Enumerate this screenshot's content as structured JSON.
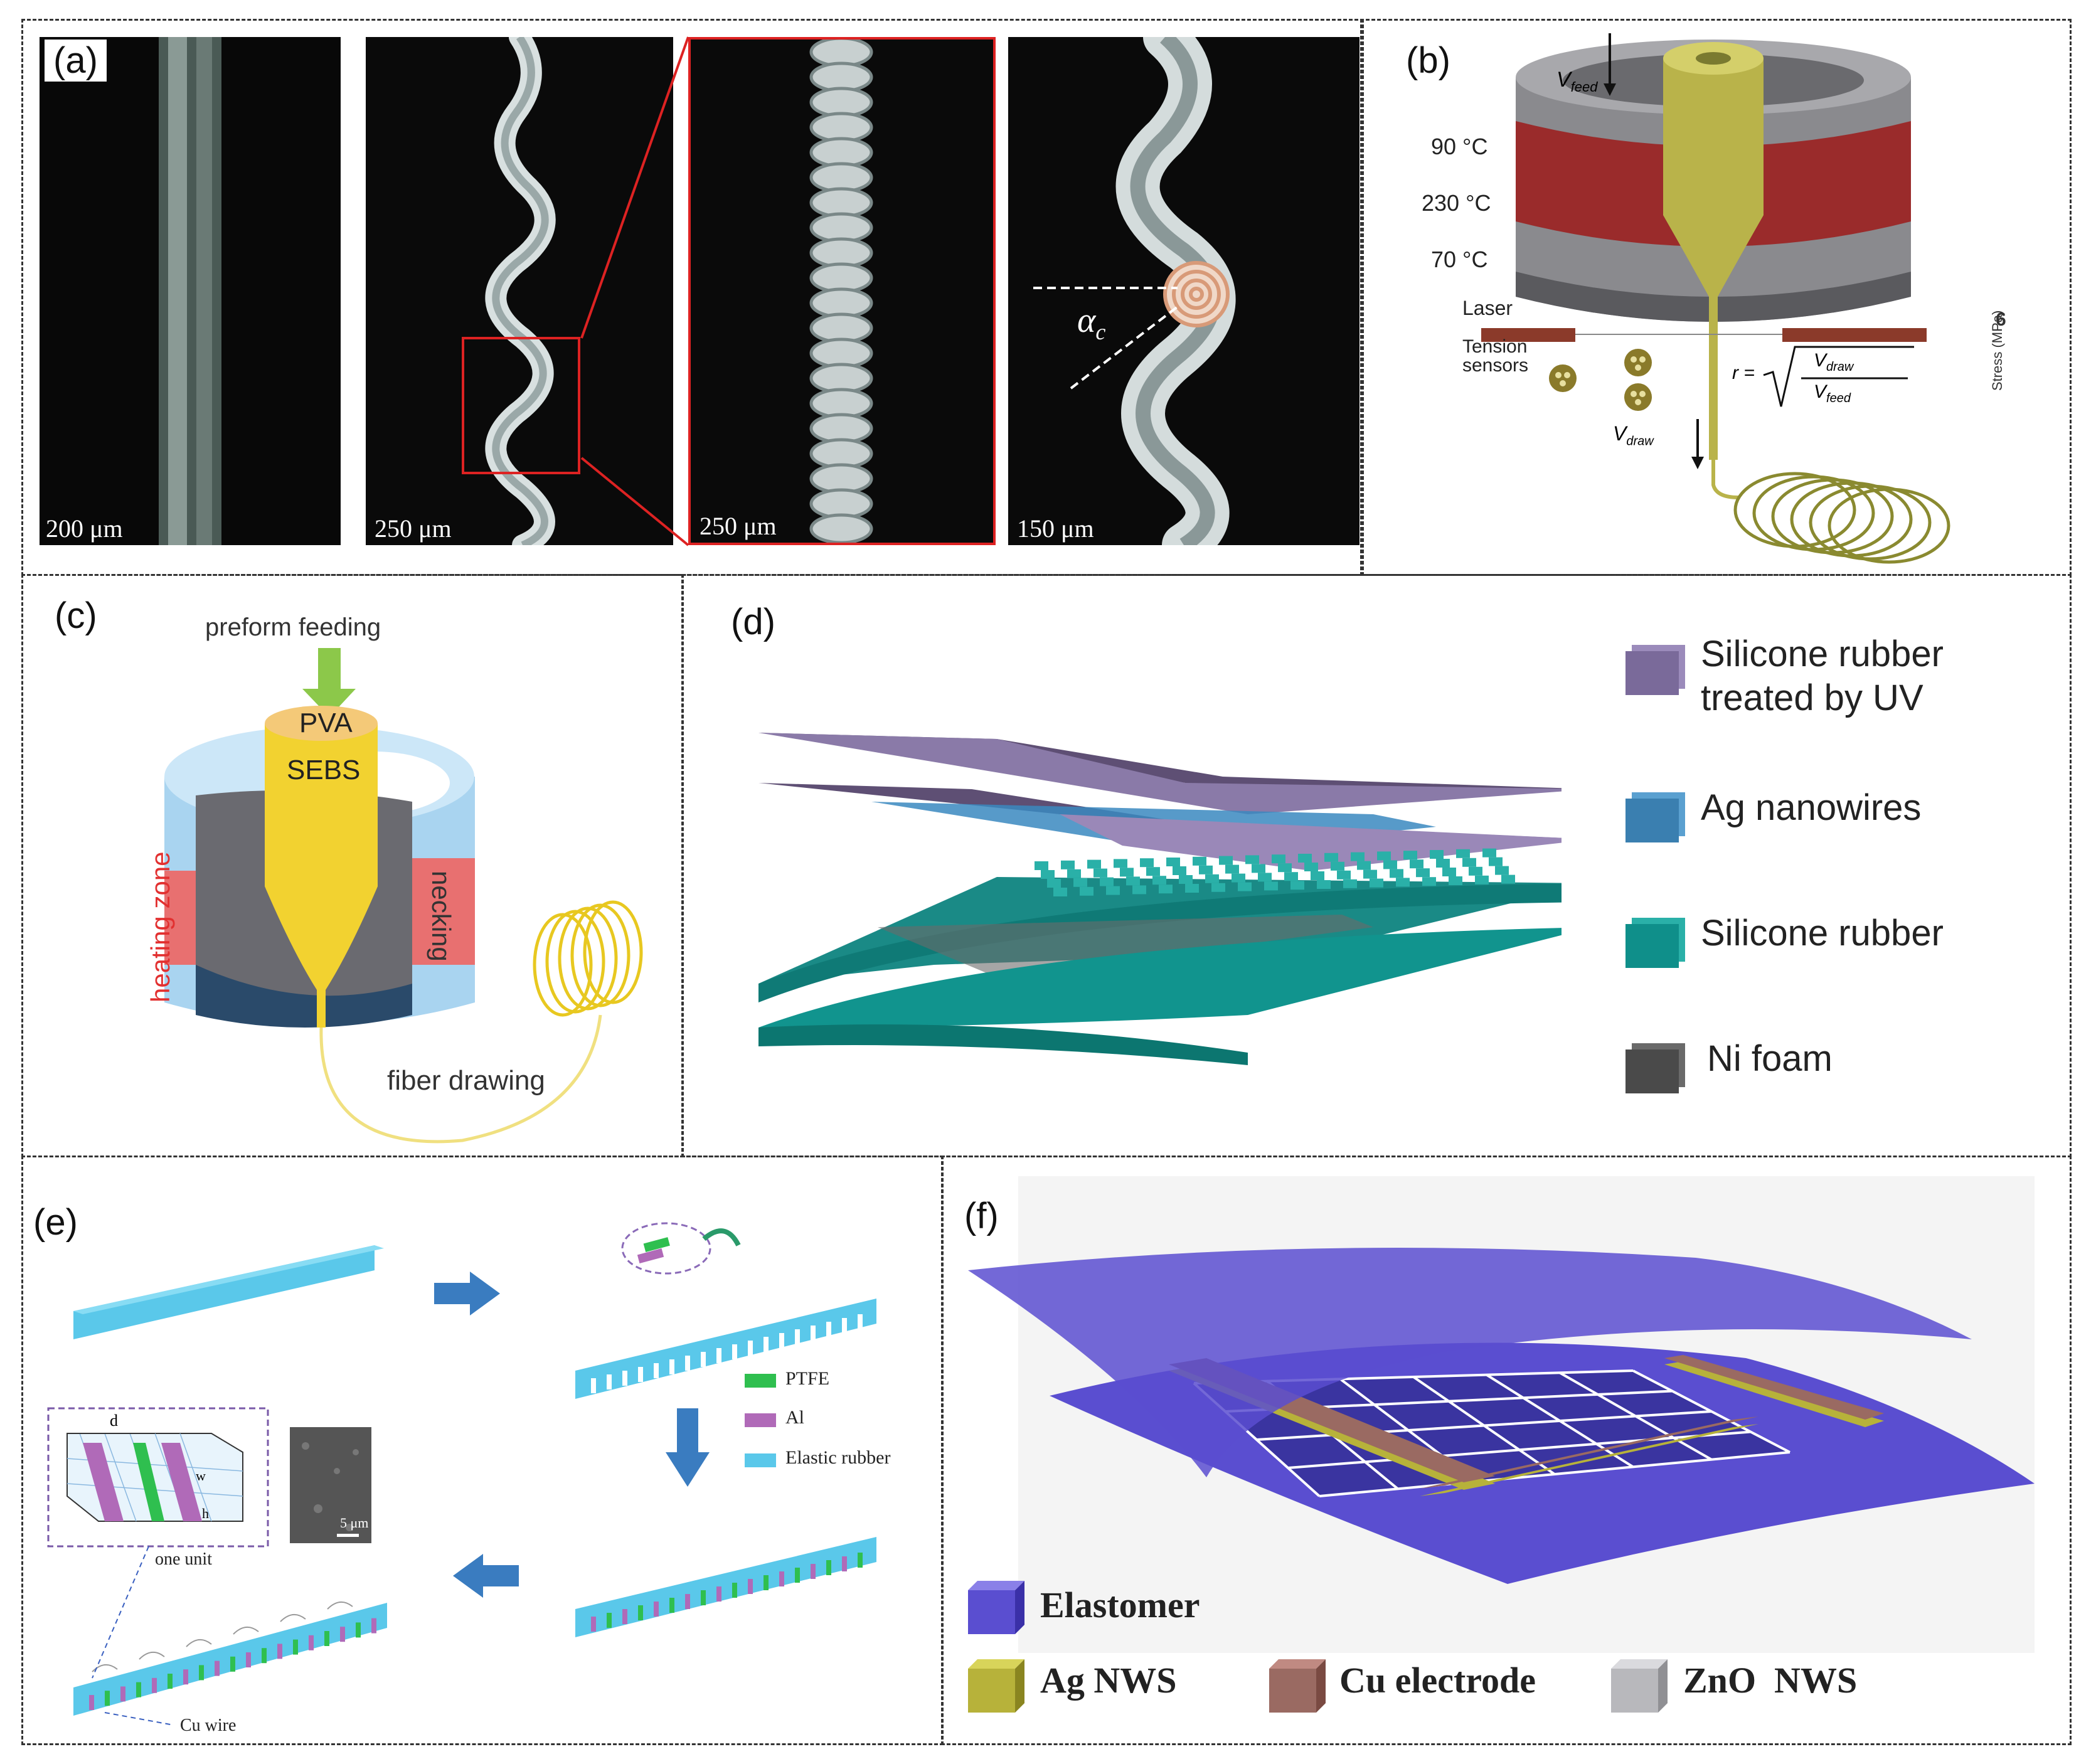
{
  "panels": {
    "a": {
      "label": "(a)",
      "scalebars": [
        "200 μm",
        "250 μm",
        "250 μm",
        "150 μm"
      ],
      "angle_symbol": "α",
      "angle_subscript": "c"
    },
    "b": {
      "label": "(b)",
      "v_feed": "V",
      "v_feed_sub": "feed",
      "temps": [
        "90 °C",
        "230 °C",
        "70 °C"
      ],
      "laser": "Laser",
      "tension_line1": "Tension",
      "tension_line2": "sensors",
      "ratio_r": "r =",
      "ratio_num": "V",
      "ratio_num_sub": "draw",
      "ratio_den": "V",
      "ratio_den_sub": "feed",
      "v_draw": "V",
      "v_draw_sub": "draw",
      "stress_label": "Stress (MPa)",
      "edge_mark": "6"
    },
    "c": {
      "label": "(c)",
      "preform_feeding": "preform feeding",
      "pva": "PVA",
      "sebs": "SEBS",
      "heating_zone": "heating zone",
      "necking": "necking",
      "fiber_drawing": "fiber drawing"
    },
    "d": {
      "label": "(d)",
      "legend": [
        {
          "line1": "Silicone rubber",
          "line2": "treated by UV",
          "color": "#7a6a9a"
        },
        {
          "line1": "Ag nanowires",
          "line2": "",
          "color": "#3a7fb0"
        },
        {
          "line1": "Silicone rubber",
          "line2": "",
          "color": "#0f8f8a"
        },
        {
          "line1": "Ni foam",
          "line2": "",
          "color": "#4a4a4a"
        }
      ]
    },
    "e": {
      "label": "(e)",
      "legend": [
        {
          "label": "PTFE",
          "color": "#2fbf4f"
        },
        {
          "label": "Al",
          "color": "#b06ab8"
        },
        {
          "label": "Elastic rubber",
          "color": "#5ac8ea"
        }
      ],
      "inset_d": "d",
      "inset_w": "w",
      "inset_h": "h",
      "sem_scale": "5 μm",
      "one_unit": "one unit",
      "cu_wire": "Cu wire"
    },
    "f": {
      "label": "(f)",
      "legend": [
        {
          "label": "Elastomer",
          "color": "#5a4ed0"
        },
        {
          "label": "Ag NWS",
          "color": "#b7b23a"
        },
        {
          "label": "Cu electrode",
          "color": "#9a6a62"
        },
        {
          "label": "ZnO  NWS",
          "color": "#b8b8bc"
        }
      ]
    }
  }
}
